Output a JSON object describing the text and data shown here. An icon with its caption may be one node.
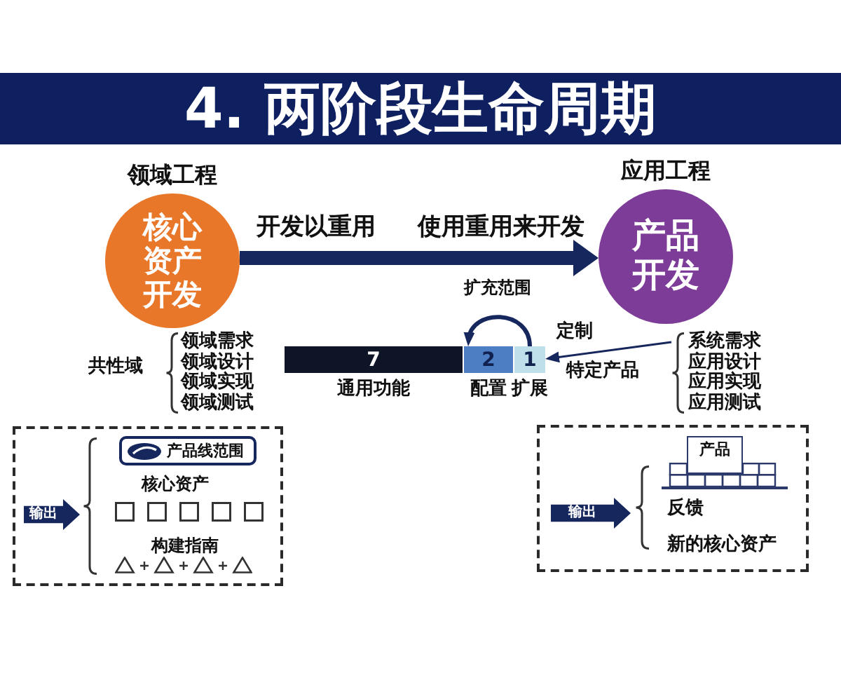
{
  "diagram": {
    "title": "4. 两阶段生命周期",
    "nodes": [
      {
        "text": [
          "领域工程",
          "核心资产开发"
        ]
      },
      {
        "text": [
          "应用工程",
          "产品开发"
        ]
      },
      {
        "text": [
          "7"
        ],
        "beside": [
          "通用功能"
        ]
      },
      {
        "text": [
          "2"
        ],
        "beside": [
          "配置"
        ]
      },
      {
        "text": [
          "1"
        ],
        "beside": [
          "扩展"
        ]
      },
      {
        "text": [
          "系统需求",
          "应用设计",
          "应用实现",
          "应用测试"
        ]
      },
      {
        "text": [
          "核心资产",
          "构建指南"
        ]
      },
      {
        "text": [
          "输出"
        ],
        "in": 6
      },
      {
        "text": [
          "产品线范围"
        ],
        "in": 6
      },
      {
        "text": [
          "反馈",
          "新的核心资产"
        ]
      },
      {
        "text": [
          "输出"
        ],
        "in": 9
      },
      {
        "text": [
          "产品"
        ],
        "in": 9
      }
    ],
    "edges": [
      {
        "from": 0,
        "to": 1,
        "arrow": "to",
        "style": "thick"
      },
      {
        "from": 4,
        "to": 3,
        "arrow": "to",
        "label": "扩充范围"
      },
      {
        "from": 5,
        "to": 4,
        "arrow": "to",
        "label": "定制"
      }
    ],
    "labels": [
      "开发以重用",
      "使用重用来开发",
      "特定产品",
      "共性域",
      "领域需求",
      "领域设计",
      "领域实现",
      "领域测试"
    ]
  }
}
